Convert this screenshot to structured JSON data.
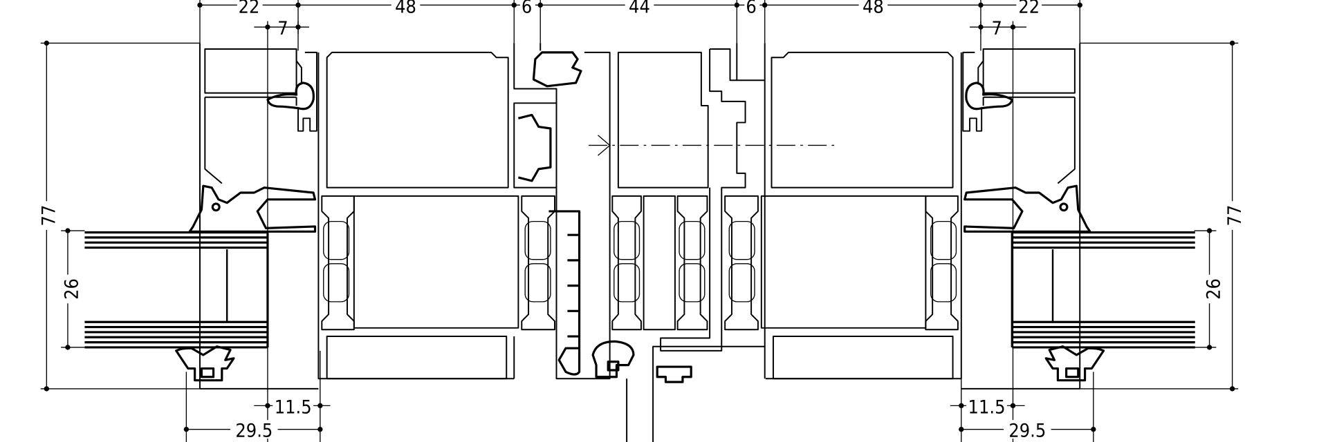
{
  "drawing": {
    "title": "Sliding window profile cross-section",
    "top_dimensions": [
      "22",
      "48",
      "6",
      "44",
      "6",
      "48",
      "22"
    ],
    "overlap_left": "7",
    "overlap_right": "7",
    "height_left": "77",
    "height_right": "77",
    "glass_left": "26",
    "glass_right": "26",
    "bottom_inner_left": "11.5",
    "bottom_outer_left": "29.5",
    "bottom_inner_right": "11.5",
    "bottom_outer_right": "29.5"
  }
}
